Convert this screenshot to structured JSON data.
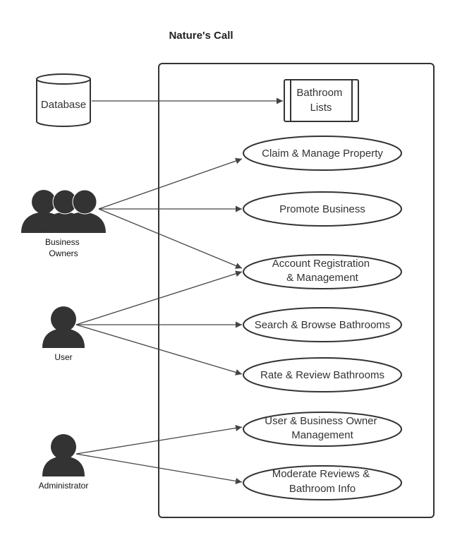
{
  "title": "Nature's Call",
  "actors": {
    "database": "Database",
    "business_owners": [
      "Business",
      "Owners"
    ],
    "user": "User",
    "administrator": "Administrator"
  },
  "use_cases": {
    "bathroom_lists": [
      "Bathroom",
      "Lists"
    ],
    "claim_manage": [
      "Claim & Manage Property"
    ],
    "promote": [
      "Promote Business"
    ],
    "account": [
      "Account Registration",
      "& Management"
    ],
    "search": [
      "Search & Browse Bathrooms"
    ],
    "rate": [
      "Rate & Review Bathrooms"
    ],
    "user_mgmt": [
      "User & Business Owner",
      "Management"
    ],
    "moderate": [
      "Moderate Reviews &",
      "Bathroom Info"
    ]
  },
  "colors": {
    "stroke": "#333333",
    "fill": "#ffffff",
    "figure": "#333333"
  }
}
